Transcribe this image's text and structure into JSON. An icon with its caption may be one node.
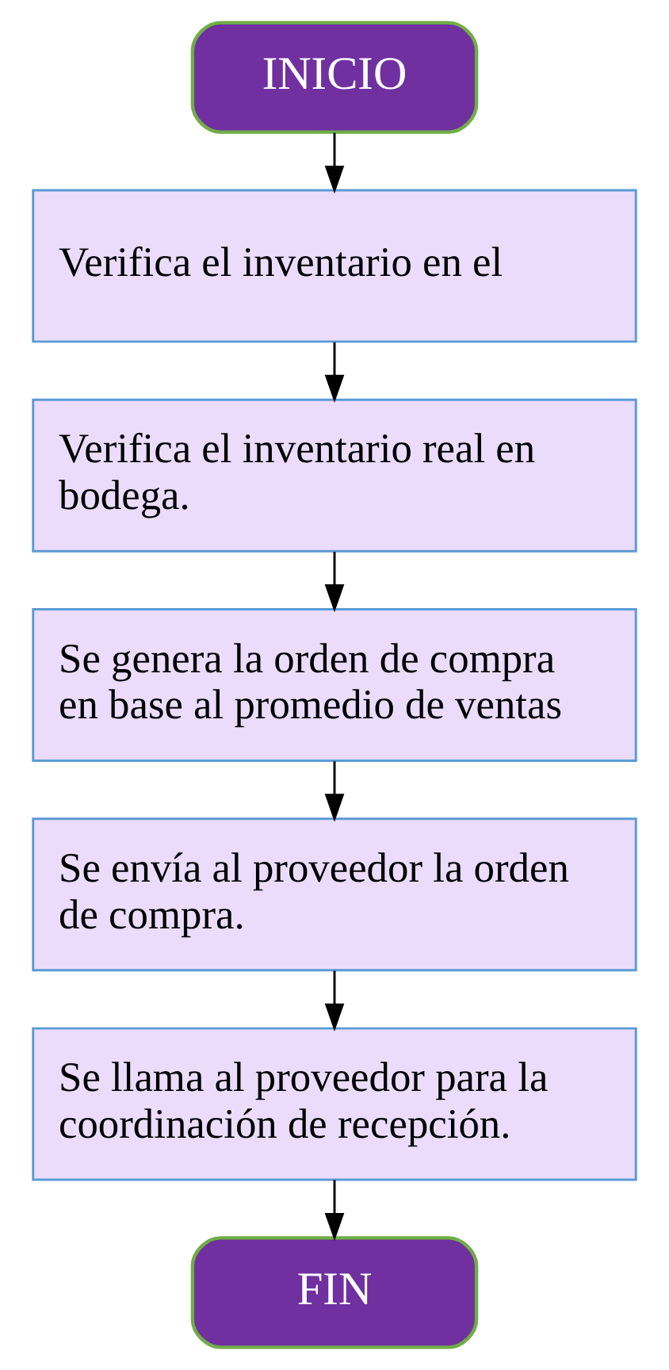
{
  "diagram": {
    "nodes": [
      {
        "text": [
          "INICIO"
        ]
      },
      {
        "text": [
          "Verifica el inventario en el"
        ]
      },
      {
        "text": [
          "Verifica el inventario real en bodega."
        ]
      },
      {
        "text": [
          "Se genera la orden de compra en base al promedio de ventas"
        ]
      },
      {
        "text": [
          "Se envía al proveedor la orden de compra."
        ]
      },
      {
        "text": [
          "Se llama al proveedor para la coordinación de recepción."
        ]
      },
      {
        "text": [
          "FIN"
        ]
      }
    ],
    "edges": [
      {
        "from": 0,
        "to": 1,
        "arrow": "to"
      },
      {
        "from": 1,
        "to": 2,
        "arrow": "to"
      },
      {
        "from": 2,
        "to": 3,
        "arrow": "to"
      },
      {
        "from": 3,
        "to": 4,
        "arrow": "to"
      },
      {
        "from": 4,
        "to": 5,
        "arrow": "to"
      },
      {
        "from": 5,
        "to": 6,
        "arrow": "to"
      }
    ]
  }
}
